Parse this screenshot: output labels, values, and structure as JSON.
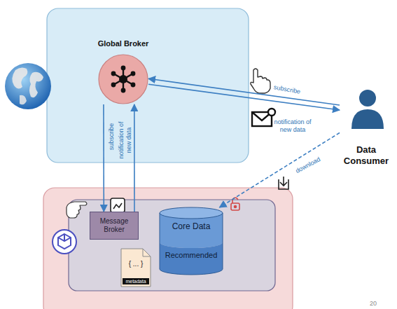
{
  "diagram": {
    "nodes": [
      {
        "text": [
          "Global Broker"
        ]
      },
      {
        "text": [
          "Data Consumer"
        ]
      },
      {
        "text": [
          "Message Broker"
        ]
      },
      {
        "text": [
          "Core Data",
          "Recommended"
        ]
      },
      {
        "text": [
          "{ ... }",
          "metadata"
        ]
      }
    ],
    "edges": [
      {
        "from": 1,
        "to": 0,
        "label": "subscribe",
        "arrow": "to"
      },
      {
        "from": 0,
        "to": 1,
        "label": "notification of new data",
        "arrow": "to"
      },
      {
        "from": 0,
        "to": 2,
        "label": "subscribe",
        "arrow": "to"
      },
      {
        "from": 2,
        "to": 0,
        "label": "notification of new data",
        "arrow": "to"
      },
      {
        "from": 1,
        "to": 3,
        "label": "download",
        "arrow": "to"
      }
    ],
    "labels": [
      "20"
    ]
  }
}
